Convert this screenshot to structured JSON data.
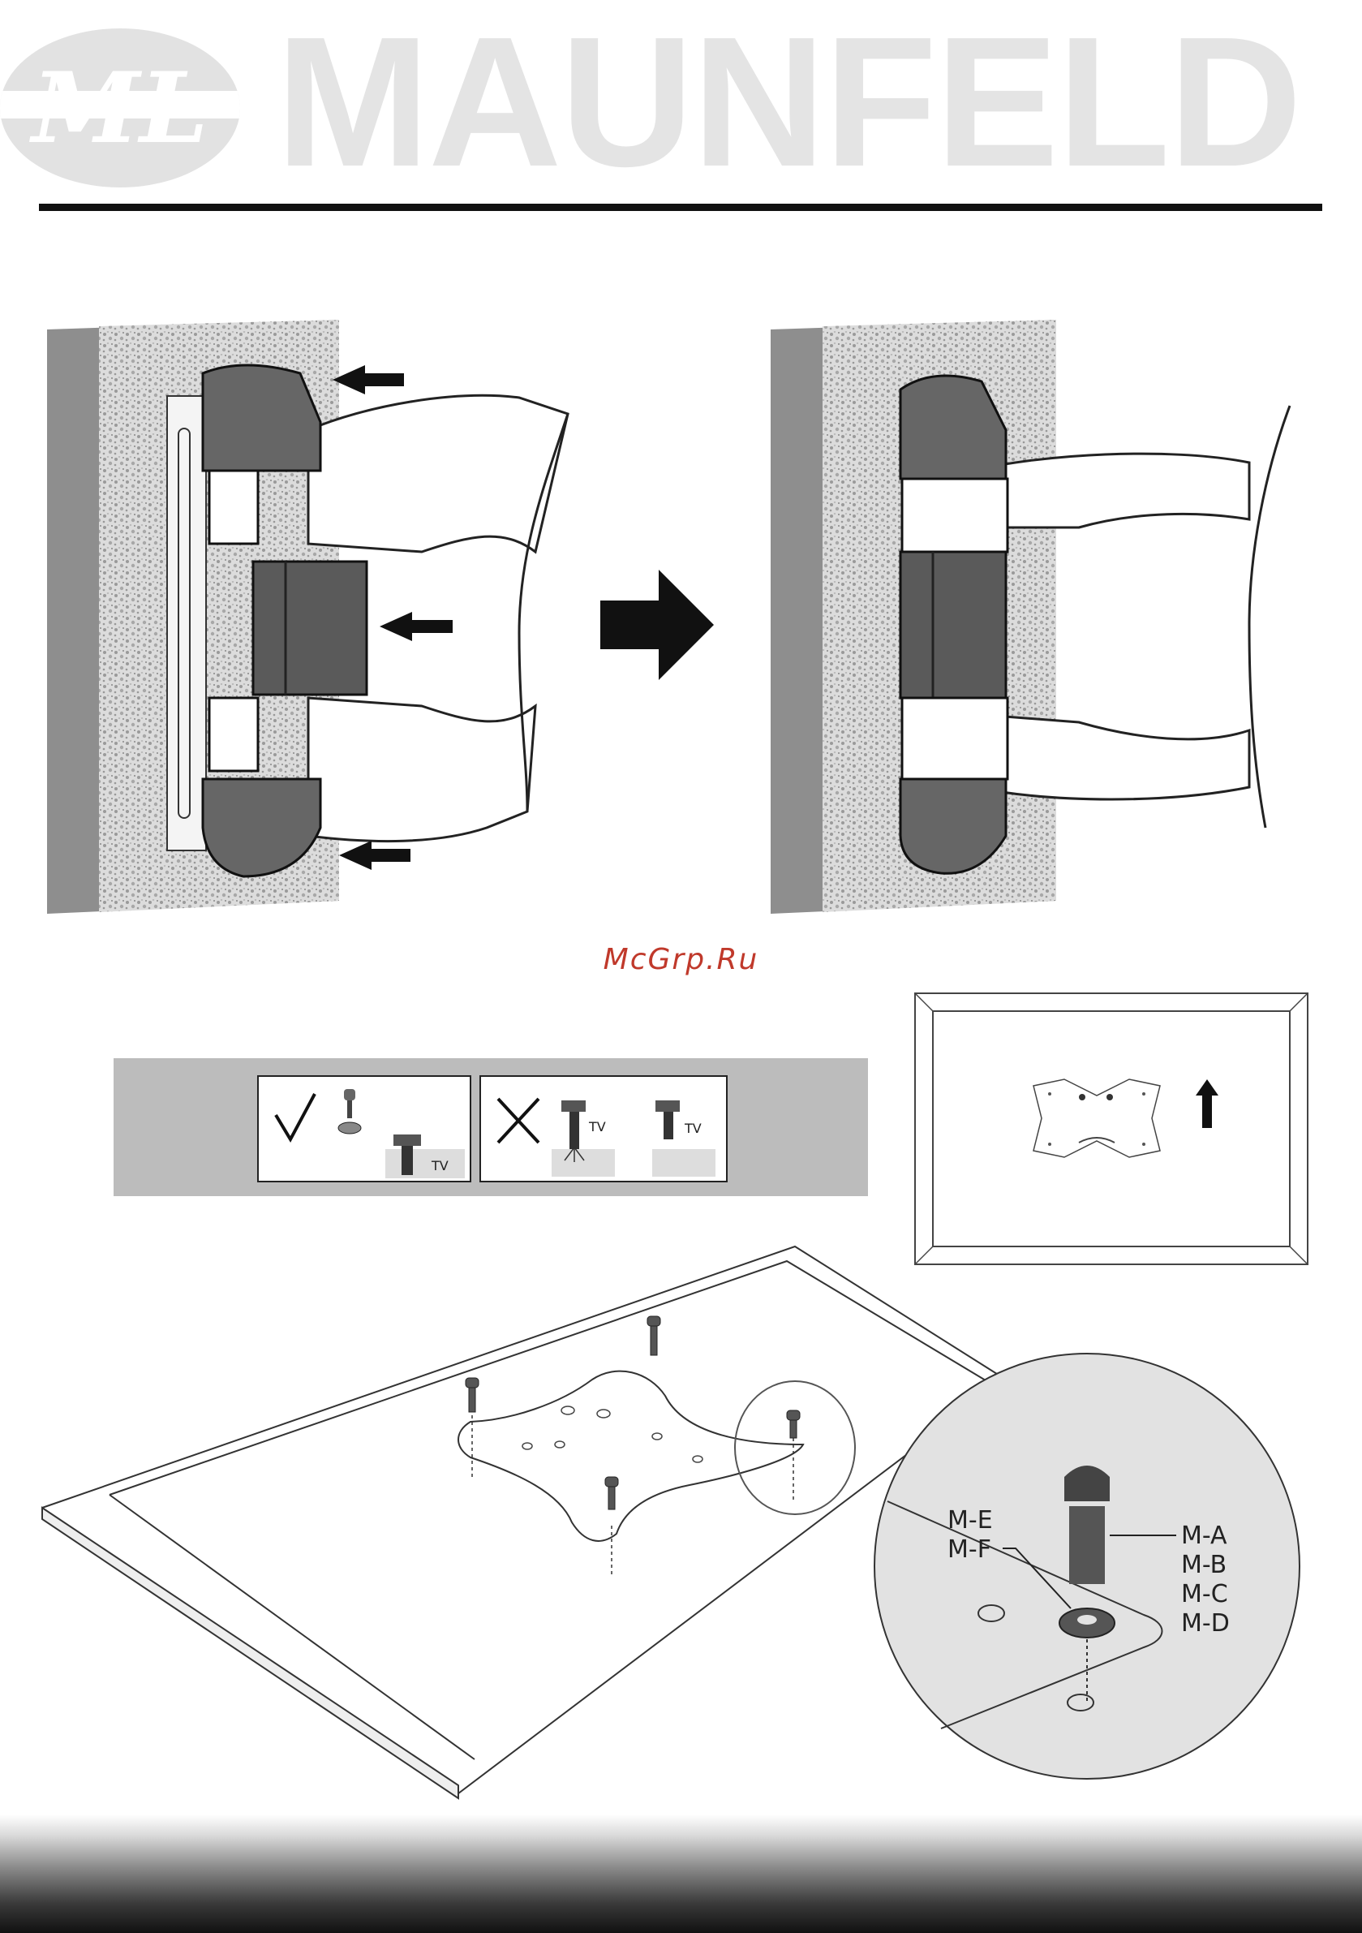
{
  "brand": {
    "name": "MAUNFELD",
    "logo_mark": "ML"
  },
  "watermark": "McGrp.Ru",
  "screw_guide": {
    "correct_tv_label": "TV",
    "wrong_tv_label_1": "TV",
    "wrong_tv_label_2": "TV"
  },
  "callouts": {
    "washer_labels": [
      "M-E",
      "M-F"
    ],
    "screw_labels": [
      "M-A",
      "M-B",
      "M-C",
      "M-D"
    ]
  },
  "icons": [
    "arrow-right-icon",
    "arrow-left-icon",
    "arrow-up-icon",
    "check-icon",
    "cross-icon"
  ]
}
